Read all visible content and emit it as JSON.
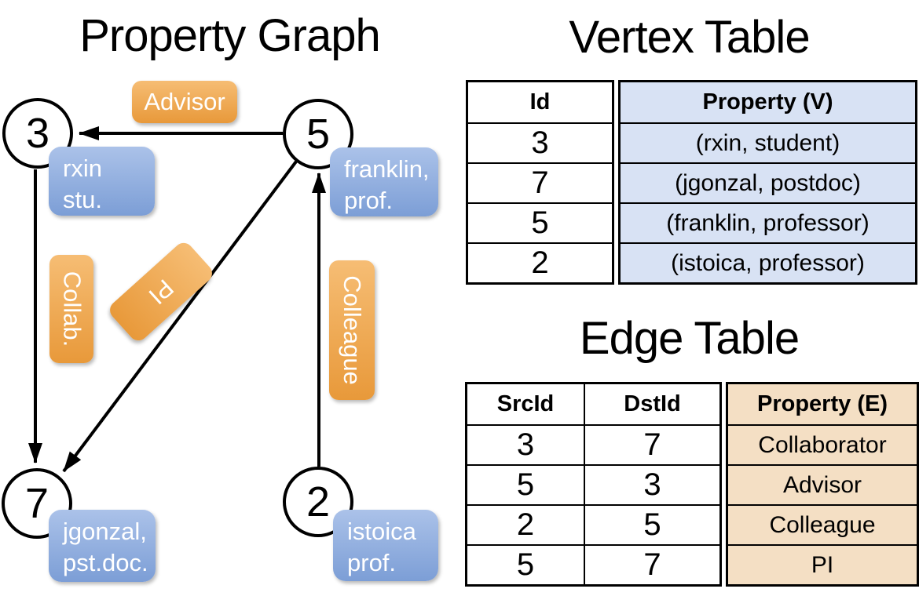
{
  "colors": {
    "orange-light": "#f6bd74",
    "orange-dark": "#e8993a",
    "blue-light": "#abc2e9",
    "blue-dark": "#7c9ed6",
    "vertex-cell-bg": "#d8e2f4",
    "edge-cell-bg": "#f4dfc4",
    "ink": "#000000",
    "label-text": "#ffffff"
  },
  "graph": {
    "title": "Property Graph",
    "vertices": [
      {
        "id": "3",
        "property_line1": "rxin",
        "property_line2": "stu."
      },
      {
        "id": "5",
        "property_line1": "franklin,",
        "property_line2": "prof."
      },
      {
        "id": "7",
        "property_line1": "jgonzal,",
        "property_line2": "pst.doc."
      },
      {
        "id": "2",
        "property_line1": "istoica",
        "property_line2": "prof."
      }
    ],
    "edge_labels": [
      {
        "text": "Advisor"
      },
      {
        "text": "Collab."
      },
      {
        "text": "PI"
      },
      {
        "text": "Colleague"
      }
    ]
  },
  "vertex_table": {
    "title": "Vertex Table",
    "headers": {
      "id": "Id",
      "property": "Property (V)"
    },
    "rows": [
      {
        "id": "3",
        "property": "(rxin, student)"
      },
      {
        "id": "7",
        "property": "(jgonzal, postdoc)"
      },
      {
        "id": "5",
        "property": "(franklin, professor)"
      },
      {
        "id": "2",
        "property": "(istoica, professor)"
      }
    ]
  },
  "edge_table": {
    "title": "Edge Table",
    "headers": {
      "src": "SrcId",
      "dst": "DstId",
      "property": "Property (E)"
    },
    "rows": [
      {
        "src": "3",
        "dst": "7",
        "property": "Collaborator"
      },
      {
        "src": "5",
        "dst": "3",
        "property": "Advisor"
      },
      {
        "src": "2",
        "dst": "5",
        "property": "Colleague"
      },
      {
        "src": "5",
        "dst": "7",
        "property": "PI"
      }
    ]
  }
}
